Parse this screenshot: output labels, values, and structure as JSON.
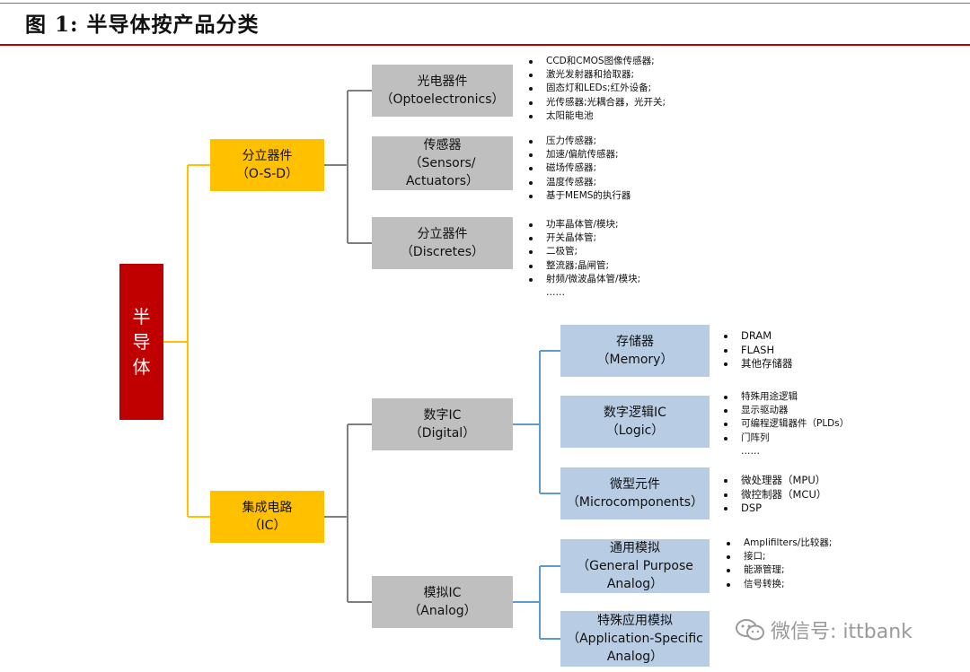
{
  "title": "图 1:  半导体按产品分类",
  "root": {
    "label": "半\n导\n体"
  },
  "osd": {
    "zh": "分立器件",
    "en": "（O-S-D）"
  },
  "ic": {
    "zh": "集成电路",
    "en": "（IC）"
  },
  "opto": {
    "zh": "光电器件",
    "en": "（Optoelectronics）",
    "items": [
      "CCD和CMOS图像传感器;",
      "激光发射器和拾取器;",
      "固态灯和LEDs;红外设备;",
      "光传感器;光耦合器，光开关;",
      "太阳能电池"
    ]
  },
  "sensors": {
    "zh": "传感器",
    "en1": "（Sensors/",
    "en2": "Actuators）",
    "items": [
      "压力传感器;",
      "加速/偏航传感器;",
      "磁场传感器;",
      "温度传感器;",
      "基于MEMS的执行器"
    ]
  },
  "discretes": {
    "zh": "分立器件",
    "en": "（Discretes）",
    "items": [
      "功率晶体管/模块;",
      "开关晶体管;",
      "二极管;",
      "整流器;晶闸管;",
      "射频/微波晶体管/模块;"
    ],
    "ellipsis": "……"
  },
  "digital": {
    "zh": "数字IC",
    "en": "（Digital）"
  },
  "analog": {
    "zh": "模拟IC",
    "en": "（Analog）"
  },
  "memory": {
    "zh": "存储器",
    "en": "（Memory）",
    "items": [
      "DRAM",
      "FLASH",
      "其他存储器"
    ]
  },
  "logic": {
    "zh": "数字逻辑IC",
    "en": "（Logic）",
    "items": [
      "特殊用途逻辑",
      "显示驱动器",
      "可编程逻辑器件（PLDs）",
      "门阵列"
    ],
    "ellipsis": "……"
  },
  "micro": {
    "zh": "微型元件",
    "en": "（Microcomponents）",
    "items": [
      "微处理器（MPU）",
      "微控制器（MCU）",
      "DSP"
    ]
  },
  "general": {
    "zh": "通用模拟",
    "en1": "（General Purpose",
    "en2": "Analog）",
    "items": [
      "Amplifilters/比较器;",
      "接口;",
      "能源管理;",
      "信号转换;"
    ]
  },
  "specific": {
    "zh": "特殊应用模拟",
    "en1": "（Application-Specific",
    "en2": "Analog）"
  },
  "watermark": "微信号: ittbank",
  "colors": {
    "root": "#c00000",
    "level1": "#ffc000",
    "level2": "#bfbfbf",
    "level3": "#b8cce4",
    "line_yellow": "#ffc000",
    "line_gray": "#7f7f7f",
    "line_blue": "#5b9bd5"
  }
}
